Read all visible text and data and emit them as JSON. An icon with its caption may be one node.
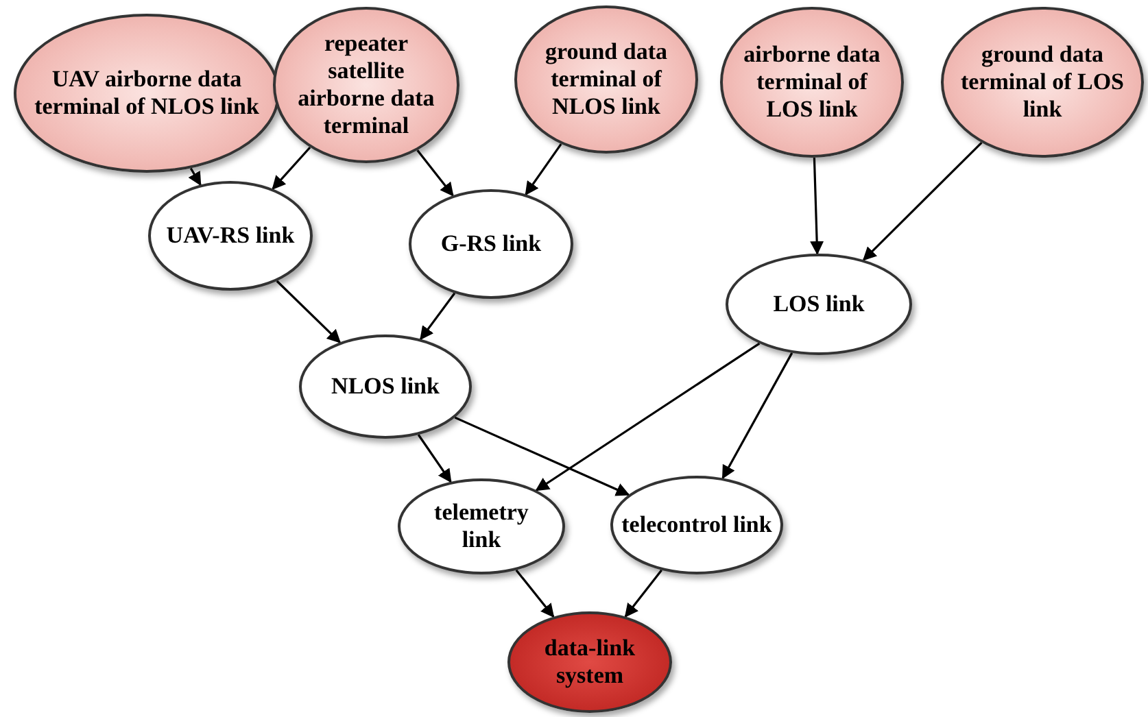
{
  "diagram": {
    "nodes": [
      {
        "text": [
          "UAV airborne data terminal of  NLOS link"
        ]
      },
      {
        "text": [
          "repeater satellite airborne data terminal"
        ]
      },
      {
        "text": [
          "ground data terminal of NLOS link"
        ]
      },
      {
        "text": [
          "airborne data terminal of LOS link"
        ]
      },
      {
        "text": [
          "ground data terminal of LOS link"
        ]
      },
      {
        "text": [
          "UAV-RS link"
        ]
      },
      {
        "text": [
          "G-RS link"
        ]
      },
      {
        "text": [
          "LOS link"
        ]
      },
      {
        "text": [
          "NLOS link"
        ]
      },
      {
        "text": [
          "telemetry link"
        ]
      },
      {
        "text": [
          "telecontrol link"
        ]
      },
      {
        "text": [
          "data-link system"
        ]
      }
    ],
    "edges": [
      {
        "from": 0,
        "to": 5,
        "arrow": "to"
      },
      {
        "from": 1,
        "to": 5,
        "arrow": "to"
      },
      {
        "from": 1,
        "to": 6,
        "arrow": "to"
      },
      {
        "from": 2,
        "to": 6,
        "arrow": "to"
      },
      {
        "from": 3,
        "to": 7,
        "arrow": "to"
      },
      {
        "from": 4,
        "to": 7,
        "arrow": "to"
      },
      {
        "from": 5,
        "to": 8,
        "arrow": "to"
      },
      {
        "from": 6,
        "to": 8,
        "arrow": "to"
      },
      {
        "from": 8,
        "to": 9,
        "arrow": "to"
      },
      {
        "from": 8,
        "to": 10,
        "arrow": "to"
      },
      {
        "from": 7,
        "to": 9,
        "arrow": "to"
      },
      {
        "from": 7,
        "to": 10,
        "arrow": "to"
      },
      {
        "from": 9,
        "to": 11,
        "arrow": "to"
      },
      {
        "from": 10,
        "to": 11,
        "arrow": "to"
      }
    ]
  }
}
